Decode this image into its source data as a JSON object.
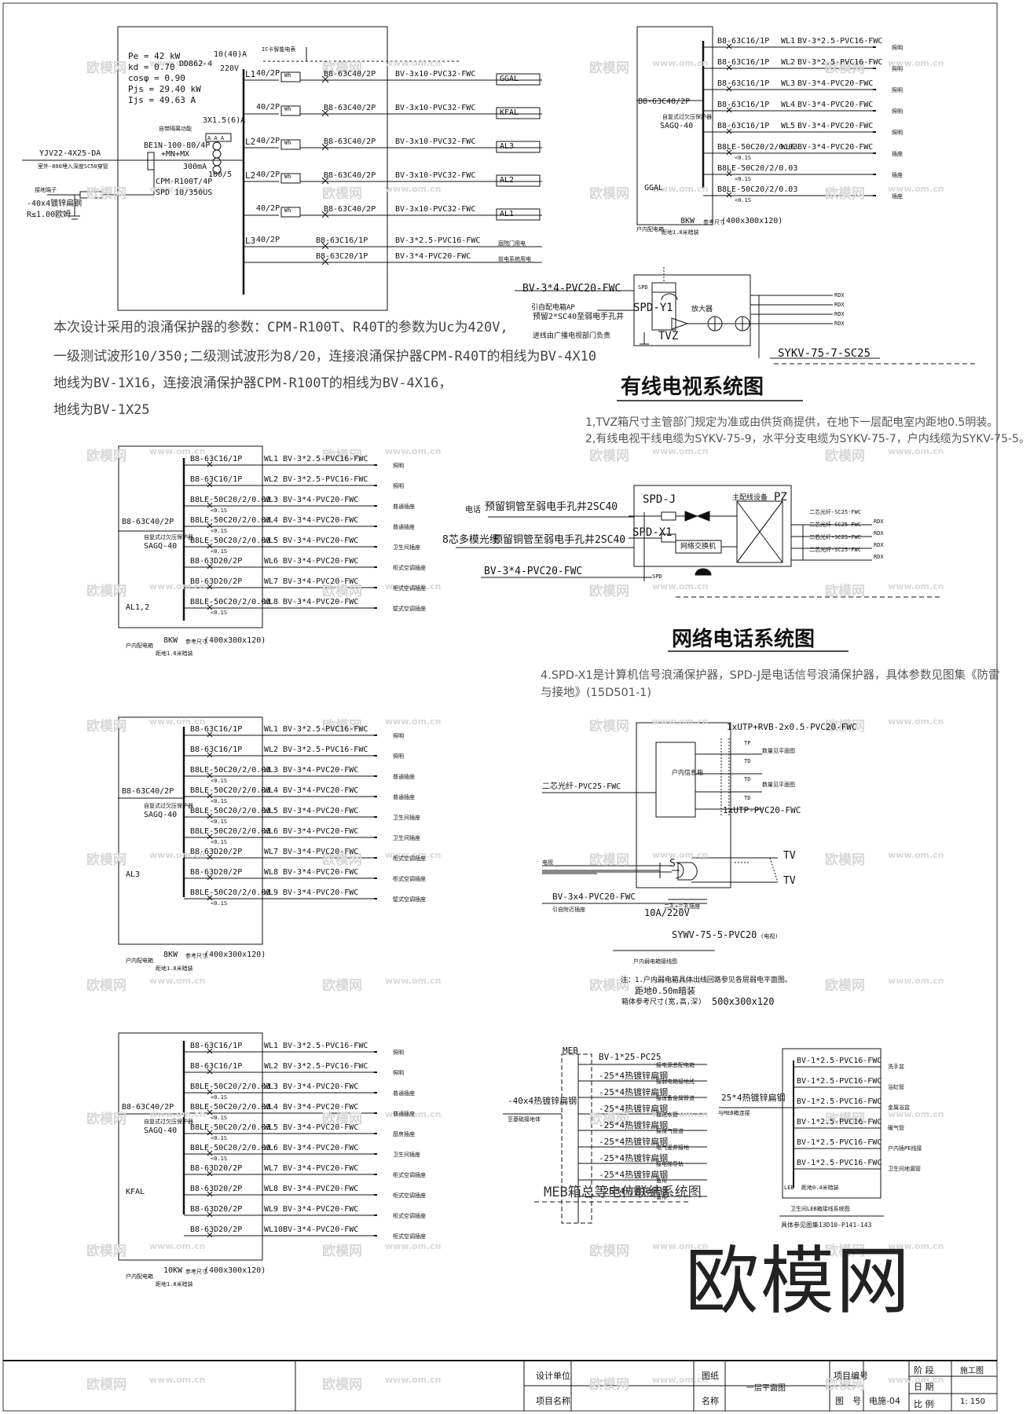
{
  "watermarks": {
    "text": "欧模网",
    "url": "www.om.cn"
  },
  "logo": "欧模网",
  "main_panel": {
    "params": [
      "Pe = 42 kW",
      "kd = 0.70",
      "cosφ = 0.90",
      "Pjs = 29.40 kW",
      "Ijs = 49.63 A"
    ],
    "meter_type": "DD862-4",
    "meter_rating": "10(40)A",
    "meter_voltage": "220V",
    "ic_label": "IC卡智能电表",
    "ct_label": "3X1.5(6)A",
    "ct_boxes": "A A A",
    "isolation_label": "自带隔离功能",
    "incomer_breaker": "BE1N-100-80/4P",
    "incomer_extra": "+MN+MX",
    "rcd_label": "300mA",
    "ct_ratio": "100/5",
    "spd1": "CPM-R100T/4P",
    "spd2": "SPD 10/350US",
    "cable_in": "YJV22-4X25-DA",
    "cable_in_note": "室外-800埋入深度SC50穿管",
    "earth_label": "接地端子",
    "earth_cable": "-40x4镀锌扁钢",
    "earth_r": "R≤1.00欧姆",
    "meter_glyph": "Wh",
    "circuits": [
      {
        "phase": "L1",
        "pole": "40/2P",
        "breaker": "B8-63C40/2P",
        "cable": "BV-3x10-PVC32-FWC",
        "dest": "GGAL"
      },
      {
        "phase": "",
        "pole": "40/2P",
        "breaker": "B8-63C40/2P",
        "cable": "BV-3x10-PVC32-FWC",
        "dest": "KFAL"
      },
      {
        "phase": "L2",
        "pole": "40/2P",
        "breaker": "B8-63C40/2P",
        "cable": "BV-3x10-PVC32-FWC",
        "dest": "AL3"
      },
      {
        "phase": "L2",
        "pole": "40/2P",
        "breaker": "B8-63C40/2P",
        "cable": "BV-3x10-PVC32-FWC",
        "dest": "AL2"
      },
      {
        "phase": "",
        "pole": "40/2P",
        "breaker": "B8-63C40/2P",
        "cable": "BV-3x10-PVC32-FWC",
        "dest": "AL1"
      },
      {
        "phase": "L3",
        "pole": "40/2P",
        "breaker": "B8-63C16/1P",
        "cable": "BV-3*2.5-PVC16-FWC",
        "dest": "庭院门用电"
      },
      {
        "phase": "",
        "pole": "",
        "breaker": "B8-63C20/1P",
        "cable": "BV-3*4-PVC20-FWC",
        "dest": "前电系统用电"
      }
    ]
  },
  "spd_note": [
    "本次设计采用的浪涌保护器的参数：CPM-R100T、R40T的参数为Uc为420V,",
    "一级测试波形10/350;二级测试波形为8/20，连接浪涌保护器CPM-R40T的相线为BV-4X10",
    "地线为BV-1X16，连接浪涌保护器CPM-R100T的相线为BV-4X16，",
    "地线为BV-1X25"
  ],
  "ggal_panel": {
    "name": "GGAL",
    "incomer": "B8-63C40/2P",
    "spd_note": "自复式过欠压保护器",
    "spd": "SAGQ-40",
    "rows": [
      {
        "breaker": "B8-63C16/1P",
        "wl": "WL1",
        "cable": "BV-3*2.5-PVC16-FWC",
        "use": "照明"
      },
      {
        "breaker": "B8-63C16/1P",
        "wl": "WL2",
        "cable": "BV-3*2.5-PVC16-FWC",
        "use": "照明"
      },
      {
        "breaker": "B8-63C16/1P",
        "wl": "WL3",
        "cable": "BV-3*4-PVC20-FWC",
        "use": "照明"
      },
      {
        "breaker": "B8-63C16/1P",
        "wl": "WL4",
        "cable": "BV-3*4-PVC20-FWC",
        "use": "照明"
      },
      {
        "breaker": "B8-63C16/1P",
        "wl": "WL5",
        "cable": "BV-3*4-PVC20-FWC",
        "use": "照明"
      },
      {
        "breaker": "B8LE-50C20/2/0.03",
        "wl": "WL6",
        "cable": "BV-3*4-PVC20-FWC",
        "use": "插座"
      },
      {
        "breaker": "B8LE-50C20/2/0.03",
        "wl": "",
        "cable": "",
        "use": "插座"
      },
      {
        "breaker": "B8LE-50C20/2/0.03",
        "wl": "",
        "cable": "",
        "use": "插座"
      }
    ],
    "rcd_time": "<0.1S",
    "footer_label": "户内配电箱",
    "power": "8KW",
    "size_note": "参考尺寸",
    "size": "(400x300x120)",
    "height": "距地1.8米暗装"
  },
  "catv": {
    "cable_in": "BV-3*4-PVC20-FWC",
    "from_ap": "引自配电箱AP",
    "reserve": "预留2*SC40至弱电手孔井",
    "note_line": "进线由广播电视部门负责",
    "spd": "SPD-Y1",
    "amp": "放大器",
    "tvz": "TVZ",
    "spd_small": "SPD",
    "trunk": "SYKV-75-7-SC25",
    "outlet": "RDX",
    "title": "有线电视系统图",
    "notes": [
      "1,TVZ箱尺寸主管部门规定为准或由供货商提供，在地下一层配电室内距地0.5明装。",
      "2,有线电视干线电缆为SYKV-75-9，水平分支电缆为SYKV-75-7，户内线缆为SYKV-75-5。"
    ]
  },
  "network": {
    "phone_label": "电话",
    "phone_cable": "预留铜管至弱电手孔井2SC40",
    "fiber_label": "8芯多模光缆",
    "fiber_cable": "预留铜管至弱电手孔井2SC40",
    "power": "BV-3*4-PVC20-FWC",
    "spd_j": "SPD-J",
    "spd_x1": "SPD-X1",
    "switch": "网络交换机",
    "main_dist": "主配线设备",
    "pz": "PZ",
    "spd": "SPD",
    "outputs": [
      "二芯光纤-SC25-FWC",
      "二芯光纤-SC25-FWC",
      "二芯光纤-SC25-FWC",
      "二芯光纤-SC25-FWC"
    ],
    "outlet": "RDX",
    "title": "网络电话系统图",
    "note": "4.SPD-X1是计算机信号浪涌保护器，SPD-J是电话信号浪涌保护器，具体参数见图集《防雷",
    "note2": "与接地》(15D501-1)"
  },
  "al12": {
    "name": "AL1,2",
    "incomer": "B8-63C40/2P",
    "spd_note": "自复式过欠压保护器",
    "spd": "SAGQ-40",
    "rows": [
      {
        "breaker": "B8-63C16/1P",
        "wl": "WL1",
        "cable": "BV-3*2.5-PVC16-FWC",
        "use": "照明",
        "rcd": ""
      },
      {
        "breaker": "B8-63C16/1P",
        "wl": "WL2",
        "cable": "BV-3*2.5-PVC16-FWC",
        "use": "照明",
        "rcd": ""
      },
      {
        "breaker": "B8LE-50C20/2/0.03",
        "wl": "WL3",
        "cable": "BV-3*4-PVC20-FWC",
        "use": "普通插座",
        "rcd": "<0.1S"
      },
      {
        "breaker": "B8LE-50C20/2/0.03",
        "wl": "WL4",
        "cable": "BV-3*4-PVC20-FWC",
        "use": "普通插座",
        "rcd": "<0.1S"
      },
      {
        "breaker": "B8LE-50C20/2/0.03",
        "wl": "WL5",
        "cable": "BV-3*4-PVC20-FWC",
        "use": "卫生间插座",
        "rcd": "<0.1S"
      },
      {
        "breaker": "B8-63D20/2P",
        "wl": "WL6",
        "cable": "BV-3*4-PVC20-FWC",
        "use": "柜式空调插座",
        "rcd": ""
      },
      {
        "breaker": "B8-63D20/2P",
        "wl": "WL7",
        "cable": "BV-3*4-PVC20-FWC",
        "use": "柜式空调插座",
        "rcd": ""
      },
      {
        "breaker": "B8LE-50C20/2/0.03",
        "wl": "WL8",
        "cable": "BV-3*4-PVC20-FWC",
        "use": "壁式空调插座",
        "rcd": "<0.1S"
      }
    ],
    "footer_label": "户内配电箱",
    "power": "8KW",
    "size_note": "参考尺寸",
    "size": "(400x300x120)",
    "height": "距地1.8米暗装"
  },
  "al3": {
    "name": "AL3",
    "incomer": "B8-63C40/2P",
    "spd_note": "自复式过欠压保护器",
    "spd": "SAGQ-40",
    "rows": [
      {
        "breaker": "B8-63C16/1P",
        "wl": "WL1",
        "cable": "BV-3*2.5-PVC16-FWC",
        "use": "照明",
        "rcd": ""
      },
      {
        "breaker": "B8-63C16/1P",
        "wl": "WL2",
        "cable": "BV-3*2.5-PVC16-FWC",
        "use": "照明",
        "rcd": ""
      },
      {
        "breaker": "B8LE-50C20/2/0.03",
        "wl": "WL3",
        "cable": "BV-3*4-PVC20-FWC",
        "use": "普通插座",
        "rcd": "<0.1S"
      },
      {
        "breaker": "B8LE-50C20/2/0.03",
        "wl": "WL4",
        "cable": "BV-3*4-PVC20-FWC",
        "use": "普通插座",
        "rcd": "<0.1S"
      },
      {
        "breaker": "B8LE-50C20/2/0.03",
        "wl": "WL5",
        "cable": "BV-3*4-PVC20-FWC",
        "use": "卫生间插座",
        "rcd": "<0.1S"
      },
      {
        "breaker": "B8LE-50C20/2/0.03",
        "wl": "WL6",
        "cable": "BV-3*4-PVC20-FWC",
        "use": "卫生间插座",
        "rcd": "<0.1S"
      },
      {
        "breaker": "B8-63D20/2P",
        "wl": "WL7",
        "cable": "BV-3*4-PVC20-FWC",
        "use": "柜式空调插座",
        "rcd": ""
      },
      {
        "breaker": "B8-63D20/2P",
        "wl": "WL8",
        "cable": "BV-3*4-PVC20-FWC",
        "use": "柜式空调插座",
        "rcd": ""
      },
      {
        "breaker": "B8LE-50C20/2/0.03",
        "wl": "WL9",
        "cable": "BV-3*4-PVC20-FWC",
        "use": "壁式空调插座",
        "rcd": "<0.1S"
      }
    ],
    "footer_label": "户内配电箱",
    "power": "8KW",
    "size_note": "参考尺寸",
    "size": "(400x300x120)",
    "height": "距地1.8米暗装"
  },
  "kfal": {
    "name": "KFAL",
    "incomer": "B8-63C40/2P",
    "spd_note": "自复式过欠压保护器",
    "spd": "SAGQ-40",
    "rows": [
      {
        "breaker": "B8-63C16/1P",
        "wl": "WL1",
        "cable": "BV-3*2.5-PVC16-FWC",
        "use": "照明",
        "rcd": ""
      },
      {
        "breaker": "B8-63C16/1P",
        "wl": "WL2",
        "cable": "BV-3*2.5-PVC16-FWC",
        "use": "照明",
        "rcd": ""
      },
      {
        "breaker": "B8LE-50C20/2/0.03",
        "wl": "WL3",
        "cable": "BV-3*4-PVC20-FWC",
        "use": "普通插座",
        "rcd": "<0.1S"
      },
      {
        "breaker": "B8LE-50C20/2/0.03",
        "wl": "WL4",
        "cable": "BV-3*4-PVC20-FWC",
        "use": "普通插座",
        "rcd": "<0.1S"
      },
      {
        "breaker": "B8LE-50C20/2/0.03",
        "wl": "WL5",
        "cable": "BV-3*4-PVC20-FWC",
        "use": "厨房插座",
        "rcd": "<0.1S"
      },
      {
        "breaker": "B8LE-50C20/2/0.03",
        "wl": "WL6",
        "cable": "BV-3*4-PVC20-FWC",
        "use": "卫生间插座",
        "rcd": "<0.1S"
      },
      {
        "breaker": "B8-63D20/2P",
        "wl": "WL7",
        "cable": "BV-3*4-PVC20-FWC",
        "use": "柜式空调插座",
        "rcd": ""
      },
      {
        "breaker": "B8-63D20/2P",
        "wl": "WL8",
        "cable": "BV-3*4-PVC20-FWC",
        "use": "柜式空调插座",
        "rcd": ""
      },
      {
        "breaker": "B8-63D20/2P",
        "wl": "WL9",
        "cable": "BV-3*4-PVC20-FWC",
        "use": "柜式空调插座",
        "rcd": ""
      },
      {
        "breaker": "B8-63D20/2P",
        "wl": "WL10",
        "cable": "BV-3*4-PVC20-FWC",
        "use": "柜式空调插座",
        "rcd": ""
      }
    ],
    "footer_label": "户内配电箱",
    "power": "10KW",
    "size_note": "参考尺寸",
    "size": "(400x300x120)",
    "height": "距地1.8米暗装"
  },
  "weak_box": {
    "top_cable": "1xUTP+RVB-2x0.5-PVC20-FWC",
    "see_plan1": "数量见平面图",
    "see_plan2": "数量见平面图",
    "fiber_in": "二芯光纤-PVC25-FWC",
    "inner": "户内信息箱",
    "utp": "1xUTP-PVC20-FWC",
    "tv_in": "电视",
    "s": "S",
    "tv": "TV",
    "power": "BV-3x4-PVC20-FWC",
    "power_from": "引自附近插座",
    "socket": "二孔+三孔插座",
    "voltage": "10A/220V",
    "catv": "SYWV-75-5-PVC20",
    "catv_note": "(电视)",
    "tp": "TP",
    "td": "TD",
    "label": "户内弱电箱接线图",
    "note1": "注：1.户内弱电箱具体出线回路参见各层弱电平面图。",
    "note2": "距地0.50m暗装",
    "note3": "箱体参考尺寸(宽,高,深)",
    "size": "500x300x120"
  },
  "meb": {
    "box": "MEB",
    "main": "-40x4热镀锌扁钢",
    "main_note": "至基础接地体",
    "first": "BV-1*25-PC25",
    "first_use": "接电源总配电箱",
    "rows": [
      {
        "cable": "-25*4热镀锌扁钢",
        "use": "接弱电箱接地线"
      },
      {
        "cable": "-25*4热镀锌扁钢",
        "use": "接设备金属管道"
      },
      {
        "cable": "-25*4热镀锌扁钢",
        "use": "接进水管"
      },
      {
        "cable": "-25*4热镀锌扁钢",
        "use": "接煤气管道"
      },
      {
        "cable": "-25*4热镀锌扁钢",
        "use": "电气竖井接地"
      },
      {
        "cable": "-25*4热镀锌扁钢",
        "use": "接电梯导轨"
      },
      {
        "cable": "-25*4热镀锌扁钢",
        "use": "备用"
      },
      {
        "cable": "-25*4热镀锌扁钢",
        "use": "备用"
      }
    ],
    "title": "MEB箱总等电位联结系统图"
  },
  "leb": {
    "in_cable": "25*4热镀锌扁钢",
    "in_note": "与MEB箱连接",
    "rows": [
      {
        "cable": "BV-1*2.5-PVC16-FWC",
        "use": "洗手盆"
      },
      {
        "cable": "BV-1*2.5-PVC16-FWC",
        "use": "浴缸管"
      },
      {
        "cable": "BV-1*2.5-PVC16-FWC",
        "use": "金属浴盆"
      },
      {
        "cable": "BV-1*2.5-PVC16-FWC",
        "use": "暖气管"
      },
      {
        "cable": "BV-1*2.5-PVC16-FWC",
        "use": "户内插PE线接"
      },
      {
        "cable": "BV-1*2.5-PVC16-FWC",
        "use": "卫生间地漏管"
      }
    ],
    "box": "LEB",
    "height": "距地0.4米暗装",
    "label": "卫生间LEB箱接线系统图",
    "ref": "具体参见图集13D10-P141-143"
  },
  "title_block": {
    "design_unit": "设计单位",
    "project_name": "项目名称",
    "drawing": "图纸",
    "name": "名称",
    "drawing_name": "一层平面图",
    "project_no": "项目编号",
    "drawing_no_label": "图　号",
    "drawing_no": "电施-04",
    "stage_label": "阶 段",
    "stage": "施工图",
    "date_label": "日 期",
    "scale_label": "比 例",
    "scale": "1: 150"
  }
}
